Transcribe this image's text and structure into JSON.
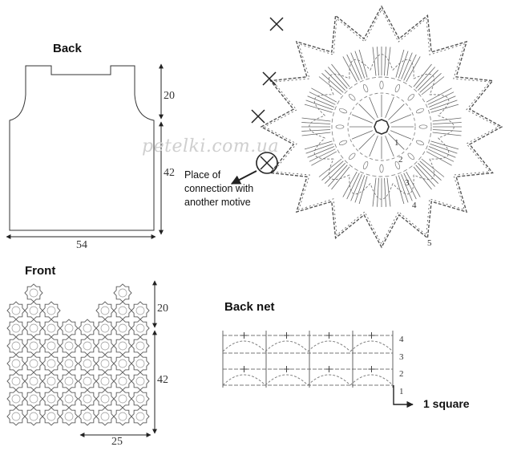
{
  "titles": {
    "back": "Back",
    "front": "Front",
    "back_net": "Back net"
  },
  "dimensions": {
    "back_width": "54",
    "back_top": "20",
    "back_bottom": "42",
    "front_top": "20",
    "front_bottom": "42",
    "front_width": "25"
  },
  "motif": {
    "round_labels": [
      "1",
      "2",
      "3",
      "4",
      "5"
    ],
    "connection_note": [
      "Place of",
      "connection with",
      "another motive"
    ]
  },
  "watermark": "petelki.com.ua",
  "net": {
    "row_labels": [
      "1",
      "2",
      "3",
      "4"
    ],
    "square_label": "1 square"
  }
}
